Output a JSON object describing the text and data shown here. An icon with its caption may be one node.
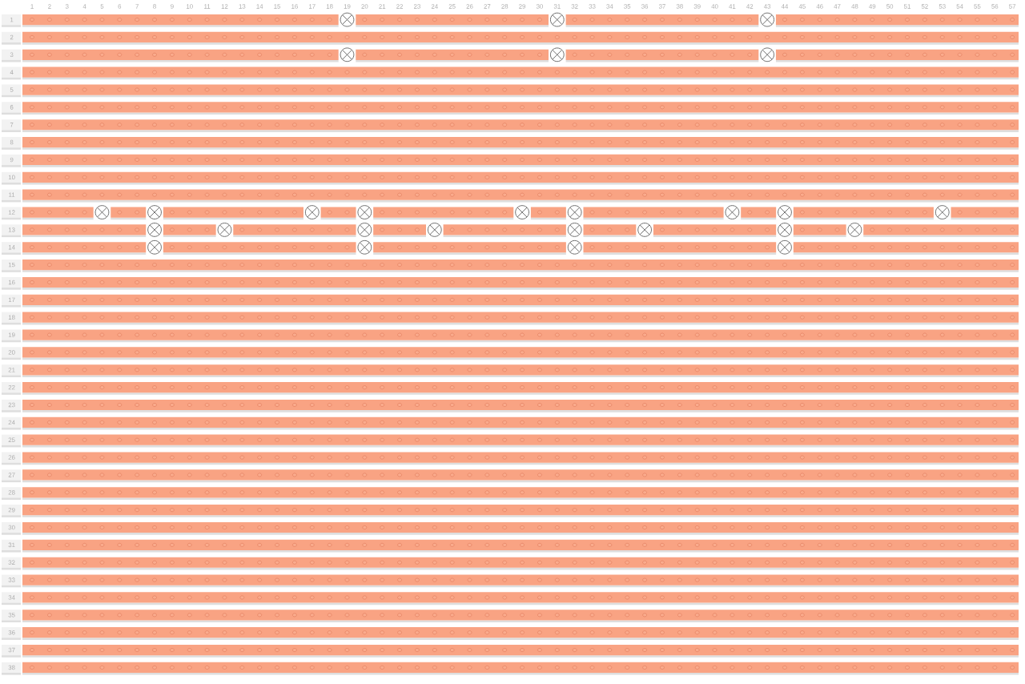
{
  "diagram": {
    "labels": [
      "1",
      "2",
      "3",
      "4",
      "5",
      "6",
      "7",
      "8",
      "9",
      "10",
      "11",
      "12",
      "13",
      "14",
      "15",
      "16",
      "17",
      "18",
      "19",
      "20",
      "21",
      "22",
      "23",
      "24",
      "25",
      "26",
      "27",
      "28",
      "29",
      "30",
      "31",
      "32",
      "33",
      "34",
      "35",
      "36",
      "37",
      "38",
      "39",
      "40",
      "41",
      "42",
      "43",
      "44",
      "45",
      "46",
      "47",
      "48",
      "49",
      "50",
      "51",
      "52",
      "53",
      "54",
      "55",
      "56",
      "57",
      "1",
      "2",
      "3",
      "4",
      "5",
      "6",
      "7",
      "8",
      "9",
      "10",
      "11",
      "12",
      "13",
      "14",
      "15",
      "16",
      "17",
      "18",
      "19",
      "20",
      "21",
      "22",
      "23",
      "24",
      "25",
      "26",
      "27",
      "28",
      "29",
      "30",
      "31",
      "32",
      "33",
      "34",
      "35",
      "36",
      "37",
      "38"
    ]
  }
}
